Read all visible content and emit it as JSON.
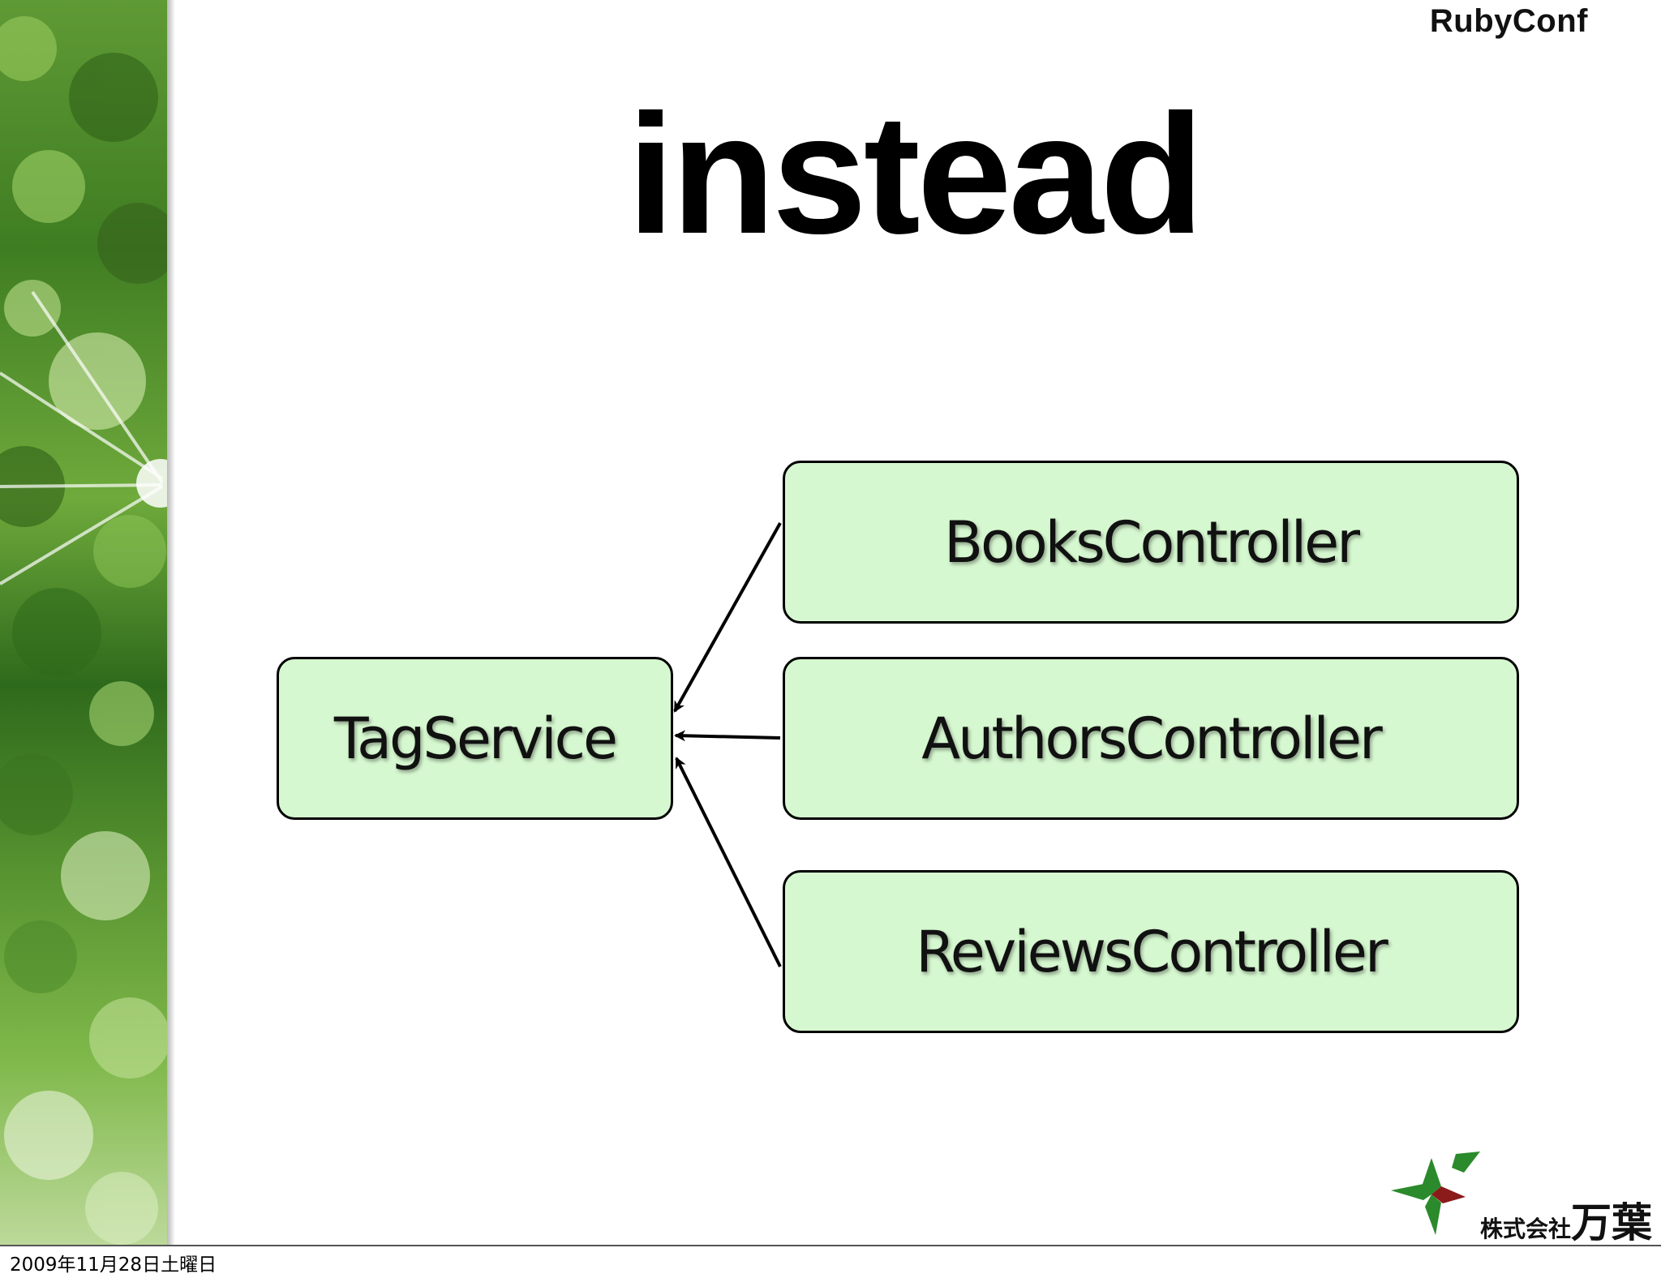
{
  "conference": "RubyConf",
  "title": "instead",
  "diagram": {
    "nodes": {
      "tag_service": "TagService",
      "books_controller": "BooksController",
      "authors_controller": "AuthorsController",
      "reviews_controller": "ReviewsController"
    },
    "edges": [
      {
        "from": "BooksController",
        "to": "TagService"
      },
      {
        "from": "AuthorsController",
        "to": "TagService"
      },
      {
        "from": "ReviewsController",
        "to": "TagService"
      }
    ],
    "node_fill": "#d6f8d0",
    "node_border": "#000000"
  },
  "logo": {
    "company_prefix": "株式会社",
    "company_name": "万葉",
    "colors": [
      "#2b8a2b",
      "#8b1a1a"
    ]
  },
  "footer": {
    "date": "2009年11月28日土曜日"
  }
}
